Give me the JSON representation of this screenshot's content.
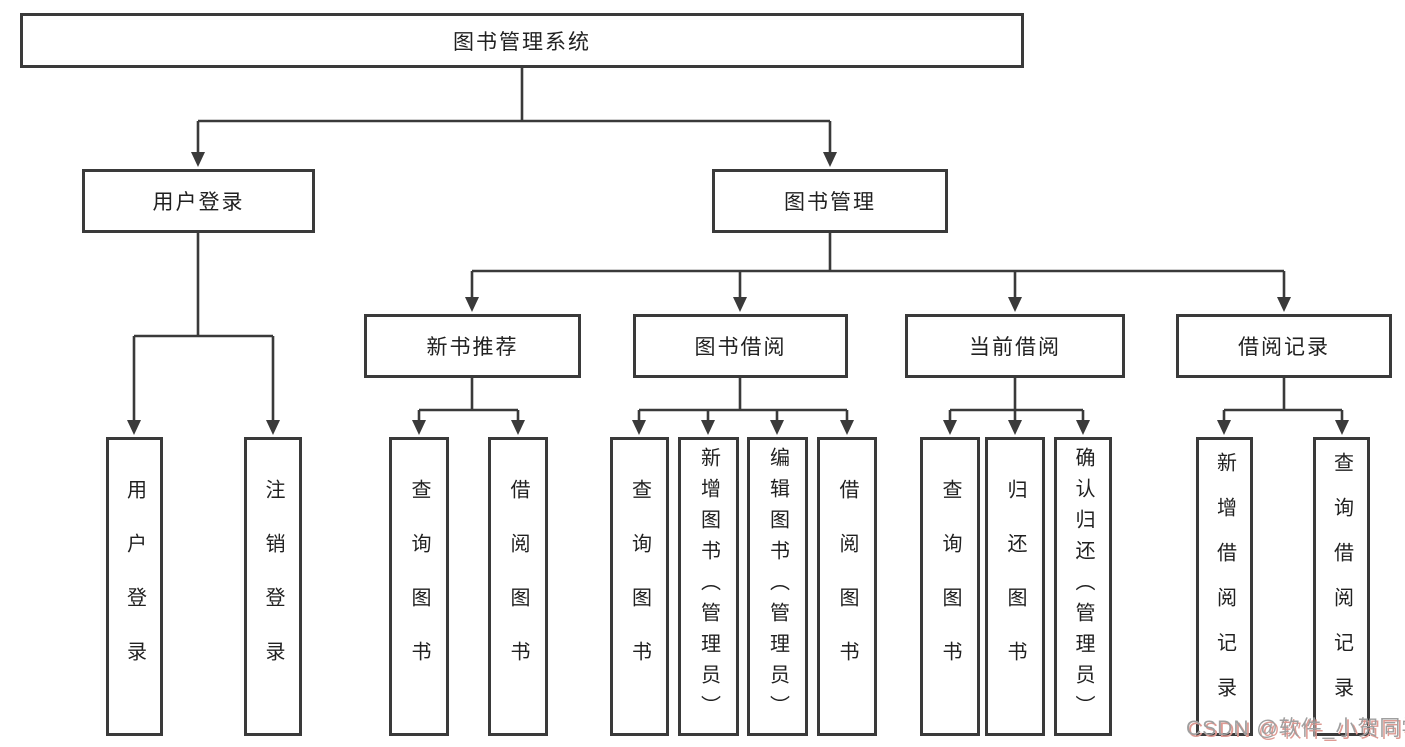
{
  "diagram_title": "图书管理系统",
  "tree": {
    "label": "图书管理系统",
    "children": [
      {
        "label": "用户登录",
        "children": [
          {
            "label": "用户登录"
          },
          {
            "label": "注销登录"
          }
        ]
      },
      {
        "label": "图书管理",
        "children": [
          {
            "label": "新书推荐",
            "children": [
              {
                "label": "查询图书"
              },
              {
                "label": "借阅图书"
              }
            ]
          },
          {
            "label": "图书借阅",
            "children": [
              {
                "label": "查询图书"
              },
              {
                "label": "新增图书（管理员）"
              },
              {
                "label": "编辑图书（管理员）"
              },
              {
                "label": "借阅图书"
              }
            ]
          },
          {
            "label": "当前借阅",
            "children": [
              {
                "label": "查询图书"
              },
              {
                "label": "归还图书"
              },
              {
                "label": "确认归还（管理员）"
              }
            ]
          },
          {
            "label": "借阅记录",
            "children": [
              {
                "label": "新增借阅记录"
              },
              {
                "label": "查询借阅记录"
              }
            ]
          }
        ]
      }
    ]
  },
  "watermark": {
    "text": "CSDN @软件_小贺同学"
  },
  "colors": {
    "line": "#3a3a3a",
    "box_border": "#3a3a3a",
    "text": "#212121",
    "watermark": "#9f9f9f",
    "watermark_shadow": "#dd9a93"
  }
}
